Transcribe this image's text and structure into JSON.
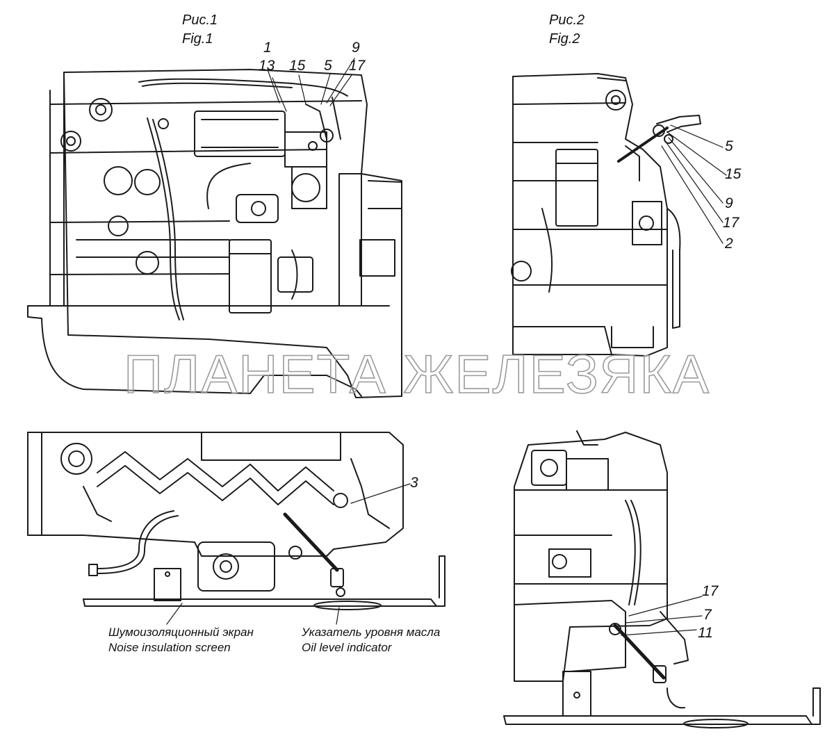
{
  "figures": {
    "fig1": {
      "ru": "Рис.1",
      "en": "Fig.1"
    },
    "fig2": {
      "ru": "Рис.2",
      "en": "Fig.2"
    }
  },
  "callouts": {
    "fig1": [
      "1",
      "13",
      "15",
      "5",
      "9",
      "17"
    ],
    "fig2": [
      "5",
      "15",
      "9",
      "17",
      "2"
    ],
    "view3": [
      "3"
    ],
    "view4": [
      "17",
      "7",
      "11"
    ]
  },
  "captions": {
    "noise_screen_ru": "Шумоизоляционный экран",
    "noise_screen_en": "Noise insulation screen",
    "oil_indicator_ru": "Указатель уровня масла",
    "oil_indicator_en": "Oil level  indicator"
  },
  "watermark": "ПЛАНЕТА ЖЕЛЕЗЯКА"
}
